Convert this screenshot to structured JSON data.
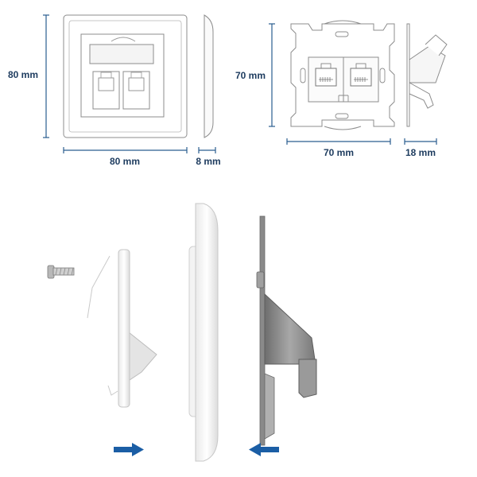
{
  "dimensions": {
    "faceplate_height": "80 mm",
    "faceplate_width": "80 mm",
    "faceplate_depth": "8 mm",
    "insert_height": "70 mm",
    "insert_width": "70 mm",
    "insert_depth": "18 mm"
  },
  "colors": {
    "dimension_line": "#2a5d8f",
    "label_text": "#1f3d60",
    "arrow": "#1b5ea5",
    "outline": "#777777",
    "metal": "#9a9a9a"
  },
  "icons": {
    "assembly_arrow_right": "arrow-right-icon",
    "assembly_arrow_left": "arrow-left-icon"
  }
}
